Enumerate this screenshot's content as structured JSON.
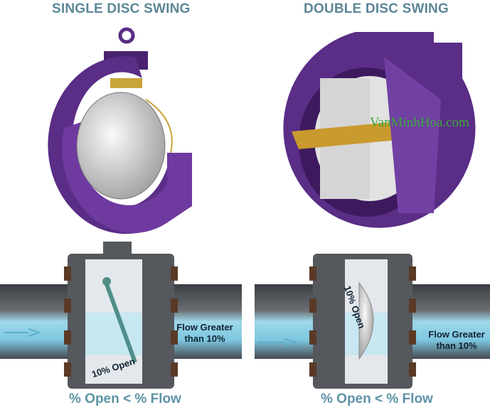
{
  "titles": {
    "left": "SINGLE DISC SWING",
    "right": "DOUBLE DISC SWING"
  },
  "watermark": "VanMinhHoa.com",
  "left_diagram": {
    "open_label": "10% Open",
    "flow_label_line1": "Flow Greater",
    "flow_label_line2": "than 10%",
    "caption": "% Open < % Flow"
  },
  "right_diagram": {
    "open_label": "10% Open",
    "flow_label_line1": "Flow Greater",
    "flow_label_line2": "than 10%",
    "caption": "% Open < % Flow"
  },
  "colors": {
    "valve_purple": "#5a2d86",
    "pipe": "#4a4d52",
    "water": "#8fd3e8",
    "bolt": "#5a3a26",
    "title": "#5b8797"
  }
}
